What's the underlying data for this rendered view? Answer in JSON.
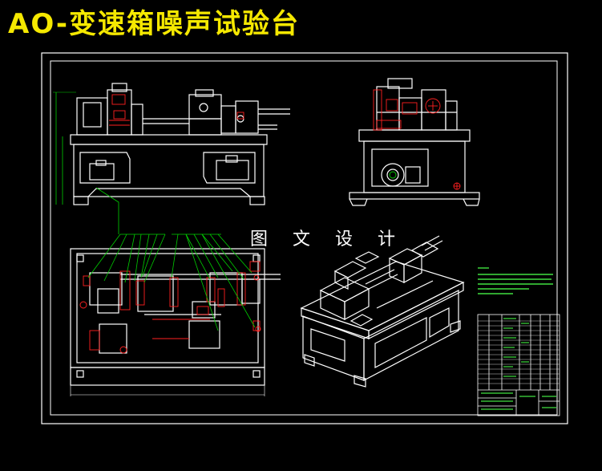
{
  "page_title": "AO-变速箱噪声试验台",
  "overlay_text": "图 文 设 计",
  "colors": {
    "title_yellow": "#f5e800",
    "background": "#000000",
    "line_white": "#ffffff",
    "mark_red": "#ff2020",
    "leader_green": "#00d000",
    "text_green": "#40e040"
  },
  "views": [
    {
      "name": "front-elevation"
    },
    {
      "name": "side-elevation"
    },
    {
      "name": "top-plan"
    },
    {
      "name": "isometric"
    }
  ]
}
